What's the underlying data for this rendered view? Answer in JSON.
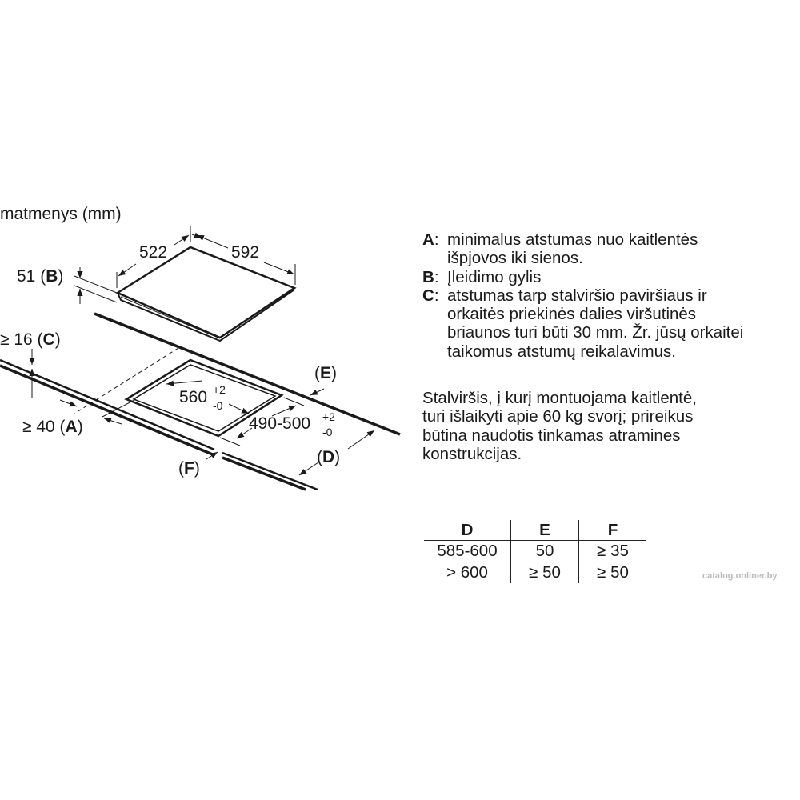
{
  "diagram": {
    "title": "matmenys (mm)",
    "dim_depth": "522",
    "dim_width": "592",
    "dim_b_value": "51",
    "dim_b_label": "B",
    "dim_c_prefix": "≥ 16",
    "dim_c_label": "C",
    "dim_a_prefix": "≥ 40",
    "dim_a_label": "A",
    "cutout_width": "560",
    "cutout_width_tol_plus": "+2",
    "cutout_width_tol_minus": "-0",
    "cutout_depth": "490-500",
    "cutout_depth_tol_plus": "+2",
    "cutout_depth_tol_minus": "-0",
    "label_d": "D",
    "label_e": "E",
    "label_f": "F"
  },
  "legend": [
    {
      "key": "A",
      "text_lines": [
        "minimalus atstumas nuo kaitlentės",
        "išpjovos iki sienos."
      ]
    },
    {
      "key": "B",
      "text_lines": [
        "Įleidimo gylis"
      ]
    },
    {
      "key": "C",
      "text_lines": [
        "atstumas tarp stalviršio paviršiaus ir",
        "orkaitės priekinės dalies viršutinės",
        "briaunos turi būti 30 mm. Žr. jūsų orkaitei",
        "taikomus atstumų reikalavimus."
      ]
    }
  ],
  "note_lines": [
    "Stalviršis, į kurį montuojama kaitlentė,",
    "turi išlaikyti apie 60 kg svorį; prireikus",
    "būtina naudotis tinkamas atramines",
    "konstrukcijas."
  ],
  "table": {
    "headers": [
      "D",
      "E",
      "F"
    ],
    "rows": [
      [
        "585-600",
        "50",
        "≥ 35"
      ],
      [
        "> 600",
        "≥ 50",
        "≥ 50"
      ]
    ]
  },
  "watermark": "catalog.onliner.by"
}
